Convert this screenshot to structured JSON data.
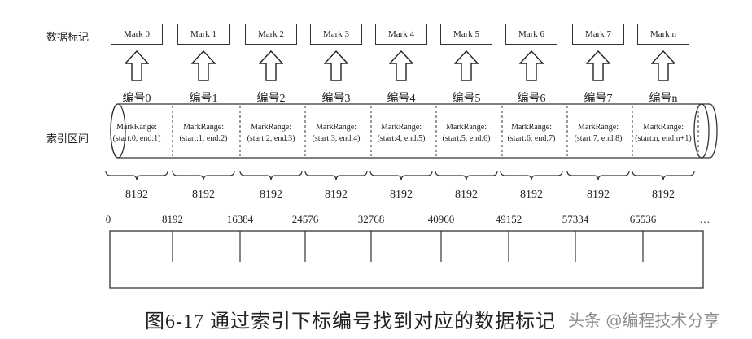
{
  "row_labels": {
    "data_marks": "数据标记",
    "index_range": "索引区间"
  },
  "marks": [
    "Mark 0",
    "Mark 1",
    "Mark 2",
    "Mark 3",
    "Mark 4",
    "Mark 5",
    "Mark 6",
    "Mark 7",
    "Mark n"
  ],
  "index_numbers": [
    "编号0",
    "编号1",
    "编号2",
    "编号3",
    "编号4",
    "编号5",
    "编号6",
    "编号7",
    "编号n"
  ],
  "mark_ranges": [
    {
      "title": "MarkRange:",
      "range": "(start:0, end:1)"
    },
    {
      "title": "MarkRange:",
      "range": "(start:1, end:2)"
    },
    {
      "title": "MarkRange:",
      "range": "(start:2, end:3)"
    },
    {
      "title": "MarkRange:",
      "range": "(start:3, end:4)"
    },
    {
      "title": "MarkRange:",
      "range": "(start:4, end:5)"
    },
    {
      "title": "MarkRange:",
      "range": "(start:5, end:6)"
    },
    {
      "title": "MarkRange:",
      "range": "(start:6, end:7)"
    },
    {
      "title": "MarkRange:",
      "range": "(start:7, end:8)"
    },
    {
      "title": "MarkRange:",
      "range": "(start:n, end:n+1)"
    }
  ],
  "granule_sizes": [
    "8192",
    "8192",
    "8192",
    "8192",
    "8192",
    "8192",
    "8192",
    "8192",
    "8192"
  ],
  "row_offsets": [
    "0",
    "8192",
    "16384",
    "24576",
    "32768",
    "40960",
    "49152",
    "57334",
    "65536",
    "…"
  ],
  "caption": "图6-17   通过索引下标编号找到对应的数据标记",
  "watermark": "头条 @编程技术分享"
}
